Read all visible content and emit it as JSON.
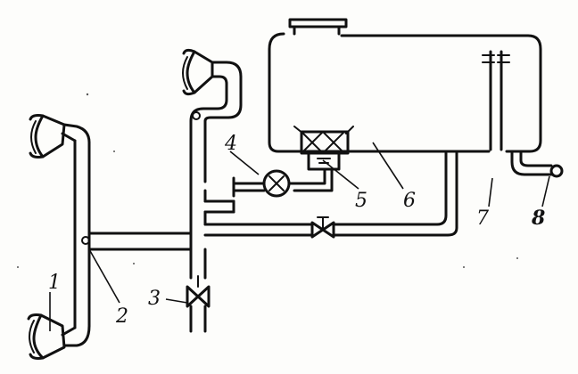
{
  "labels": {
    "l1": "1",
    "l2": "2",
    "l3": "3",
    "l4": "4",
    "l5": "5",
    "l6": "6",
    "l7": "7",
    "l8": "8"
  },
  "colors": {
    "ink": "#111111",
    "paper": "#fdfdfb"
  }
}
